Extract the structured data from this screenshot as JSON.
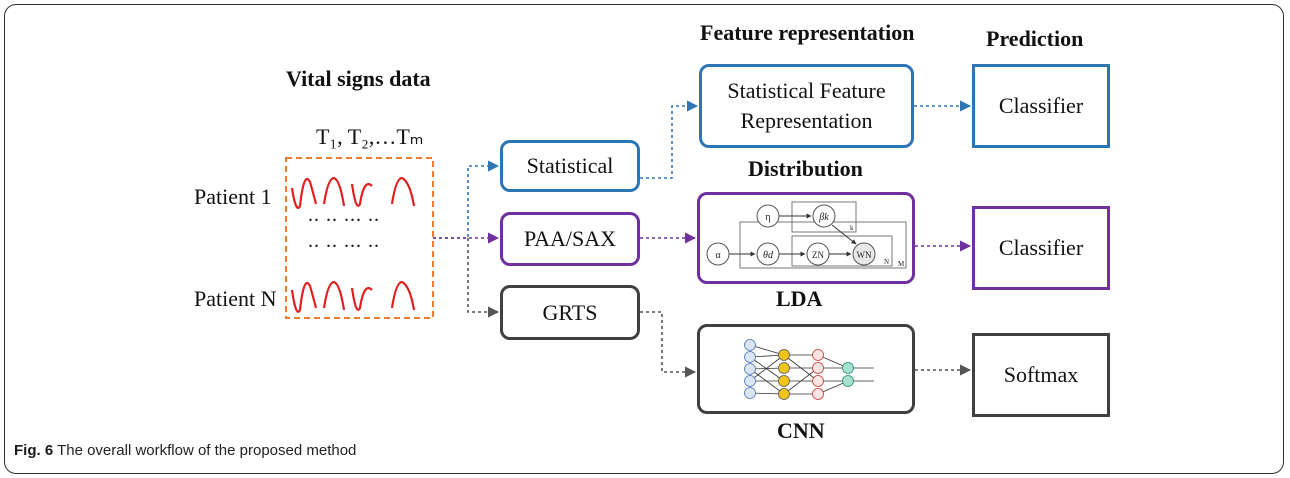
{
  "headings": {
    "vital_signs": "Vital signs data",
    "feature_representation": "Feature representation",
    "prediction": "Prediction",
    "distribution": "Distribution",
    "lda": "LDA",
    "cnn": "CNN"
  },
  "time_label": "T₁, T₂,…Tₘ",
  "patients": {
    "first": "Patient 1",
    "last": "Patient N",
    "dots1": ".. .. ... ..",
    "dots2": ".. .. ... .."
  },
  "boxes": {
    "statistical": "Statistical",
    "paa_sax": "PAA/SAX",
    "grts": "GRTS",
    "stat_feature_rep": "Statistical Feature Representation",
    "classifier_1": "Classifier",
    "classifier_2": "Classifier",
    "softmax": "Softmax"
  },
  "lda_model": {
    "eta": "η",
    "beta": "βk",
    "alpha": "α",
    "theta": "θd",
    "z": "ZN",
    "w": "WN",
    "plate_k": "k",
    "plate_n": "N",
    "plate_m": "M"
  },
  "caption": {
    "label": "Fig. 6",
    "text": "The overall workflow of the proposed method"
  },
  "colors": {
    "blue": "#2e75b6",
    "purple": "#7030a0",
    "grey": "#404040",
    "orange": "#ed7d31",
    "red": "#e02020"
  }
}
